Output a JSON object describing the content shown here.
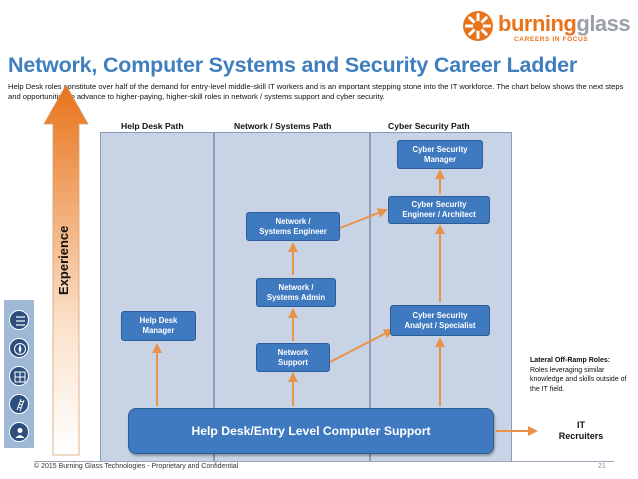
{
  "brand": {
    "name_part1": "burning",
    "name_part2": "glass",
    "tagline": "CAREERS IN FOCUS",
    "brand_orange": "#e8731a",
    "brand_gray": "#9aa0a6"
  },
  "title": "Network, Computer Systems and Security Career Ladder",
  "description": "Help Desk roles constitute over half of the demand for entry-level middle-skill IT workers and is an important stepping stone into the IT workforce. The chart below shows the next steps and opportunities to advance to higher-paying, higher-skill roles in network / systems support and cyber security.",
  "columns": {
    "help_desk": "Help Desk Path",
    "network": "Network / Systems Path",
    "cyber": "Cyber Security Path"
  },
  "experience_label": "Experience",
  "nodes": {
    "help_desk_manager": "Help Desk\nManager",
    "network_support": "Network\nSupport",
    "network_systems_admin": "Network /\nSystems Admin",
    "network_systems_engineer": "Network /\nSystems Engineer",
    "cyber_analyst": "Cyber Security\nAnalyst / Specialist",
    "cyber_engineer": "Cyber Security\nEngineer / Architect",
    "cyber_manager": "Cyber Security\nManager",
    "entry_level": "Help Desk/Entry Level Computer Support"
  },
  "lateral": {
    "heading": "Lateral Off-Ramp Roles:",
    "text": "Roles leveraging similar knowledge and skills outside of the IT field."
  },
  "it_recruiters": "IT\nRecruiters",
  "footer": "© 2015 Burning Glass Technologies - Proprietary and Confidential",
  "page_number": "21",
  "colors": {
    "title_blue": "#3f7fbf",
    "node_blue": "#3f79c0",
    "panel_fill": "#c8d4e6",
    "arrow_orange": "#e8924a"
  },
  "side_icons": [
    "list-icon",
    "compass-icon",
    "grid-icon",
    "ladder-icon",
    "person-icon"
  ]
}
